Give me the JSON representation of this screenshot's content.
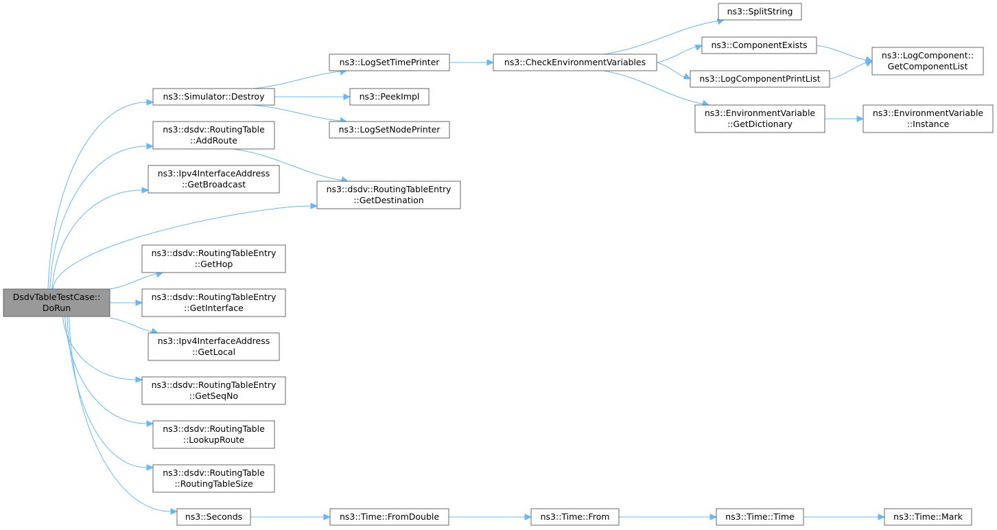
{
  "nodes": [
    {
      "id": "root",
      "lines": [
        "DsdvTableTestCase::",
        "DoRun"
      ],
      "root": true
    },
    {
      "id": "destroy",
      "lines": [
        "ns3::Simulator::Destroy"
      ]
    },
    {
      "id": "addroute",
      "lines": [
        "ns3::dsdv::RoutingTable",
        "::AddRoute"
      ]
    },
    {
      "id": "getbroadcast",
      "lines": [
        "ns3::Ipv4InterfaceAddress",
        "::GetBroadcast"
      ]
    },
    {
      "id": "getdestination",
      "lines": [
        "ns3::dsdv::RoutingTableEntry",
        "::GetDestination"
      ]
    },
    {
      "id": "gethop",
      "lines": [
        "ns3::dsdv::RoutingTableEntry",
        "::GetHop"
      ]
    },
    {
      "id": "getinterface",
      "lines": [
        "ns3::dsdv::RoutingTableEntry",
        "::GetInterface"
      ]
    },
    {
      "id": "getlocal",
      "lines": [
        "ns3::Ipv4InterfaceAddress",
        "::GetLocal"
      ]
    },
    {
      "id": "getseqno",
      "lines": [
        "ns3::dsdv::RoutingTableEntry",
        "::GetSeqNo"
      ]
    },
    {
      "id": "lookuproute",
      "lines": [
        "ns3::dsdv::RoutingTable",
        "::LookupRoute"
      ]
    },
    {
      "id": "routingtablesize",
      "lines": [
        "ns3::dsdv::RoutingTable",
        "::RoutingTableSize"
      ]
    },
    {
      "id": "seconds",
      "lines": [
        "ns3::Seconds"
      ]
    },
    {
      "id": "logsettimeprinter",
      "lines": [
        "ns3::LogSetTimePrinter"
      ]
    },
    {
      "id": "peekimpl",
      "lines": [
        "ns3::PeekImpl"
      ]
    },
    {
      "id": "logsetnodeprinter",
      "lines": [
        "ns3::LogSetNodePrinter"
      ]
    },
    {
      "id": "checkenv",
      "lines": [
        "ns3::CheckEnvironmentVariables"
      ]
    },
    {
      "id": "splitstring",
      "lines": [
        "ns3::SplitString"
      ]
    },
    {
      "id": "componentexists",
      "lines": [
        "ns3::ComponentExists"
      ]
    },
    {
      "id": "logcomponentprintlist",
      "lines": [
        "ns3::LogComponentPrintList"
      ]
    },
    {
      "id": "envgetdictionary",
      "lines": [
        "ns3::EnvironmentVariable",
        "::GetDictionary"
      ]
    },
    {
      "id": "getcomponentlist",
      "lines": [
        "ns3::LogComponent::",
        "GetComponentList"
      ]
    },
    {
      "id": "envinstance",
      "lines": [
        "ns3::EnvironmentVariable",
        "::Instance"
      ]
    },
    {
      "id": "fromdouble",
      "lines": [
        "ns3::Time::FromDouble"
      ]
    },
    {
      "id": "from",
      "lines": [
        "ns3::Time::From"
      ]
    },
    {
      "id": "time",
      "lines": [
        "ns3::Time::Time"
      ]
    },
    {
      "id": "mark",
      "lines": [
        "ns3::Time::Mark"
      ]
    }
  ],
  "edges": [
    [
      "root",
      "destroy"
    ],
    [
      "root",
      "addroute"
    ],
    [
      "root",
      "getbroadcast"
    ],
    [
      "root",
      "getdestination"
    ],
    [
      "root",
      "gethop"
    ],
    [
      "root",
      "getinterface"
    ],
    [
      "root",
      "getlocal"
    ],
    [
      "root",
      "getseqno"
    ],
    [
      "root",
      "lookuproute"
    ],
    [
      "root",
      "routingtablesize"
    ],
    [
      "root",
      "seconds"
    ],
    [
      "destroy",
      "logsettimeprinter"
    ],
    [
      "destroy",
      "peekimpl"
    ],
    [
      "destroy",
      "logsetnodeprinter"
    ],
    [
      "addroute",
      "getdestination"
    ],
    [
      "logsettimeprinter",
      "checkenv"
    ],
    [
      "checkenv",
      "splitstring"
    ],
    [
      "checkenv",
      "componentexists"
    ],
    [
      "checkenv",
      "logcomponentprintlist"
    ],
    [
      "checkenv",
      "envgetdictionary"
    ],
    [
      "componentexists",
      "getcomponentlist"
    ],
    [
      "logcomponentprintlist",
      "getcomponentlist"
    ],
    [
      "envgetdictionary",
      "envinstance"
    ],
    [
      "seconds",
      "fromdouble"
    ],
    [
      "fromdouble",
      "from"
    ],
    [
      "from",
      "time"
    ],
    [
      "time",
      "mark"
    ]
  ],
  "colors": {
    "edge": "#63b8ff",
    "node_border": "#666666",
    "root_fill": "#999999",
    "node_fill": "#ffffff"
  }
}
